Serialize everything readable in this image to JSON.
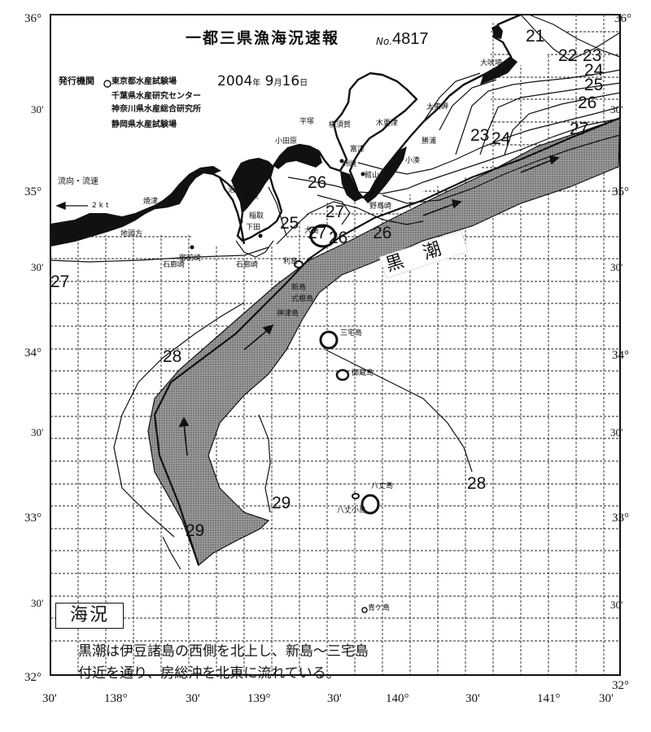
{
  "header": {
    "title": "一都三県漁海況速報",
    "issue_label": "No.",
    "issue_number": "4817",
    "date_year": "2004",
    "date_year_unit": "年",
    "date_month": "9",
    "date_month_unit": "月",
    "date_day": "16",
    "date_day_unit": "日",
    "publisher_label": "発行機関",
    "institutions": [
      "東京都水産試験場",
      "千葉県水産研究センター",
      "神奈川県水産総合研究所",
      "静岡県水産試験場"
    ]
  },
  "legend": {
    "flow_label": "流向・流速",
    "speed_label": "2kt"
  },
  "kuroshio_label": [
    "黒",
    "潮"
  ],
  "sea_condition": {
    "label": "海況",
    "summary_lines": [
      "黒潮は伊豆諸島の西側を北上し、新島～三宅島",
      "付近を通り、房総沖を北東に流れている。"
    ]
  },
  "axes": {
    "left_lat_labels": [
      "36°",
      "30'",
      "35°",
      "30'",
      "34°",
      "30'",
      "33°",
      "30'",
      "32°"
    ],
    "right_lat_labels": [
      "36°",
      "30'",
      "35°",
      "30'",
      "34°",
      "30'",
      "33°",
      "30'",
      "32°"
    ],
    "bottom_lon_labels": [
      "30'",
      "138°",
      "30'",
      "139°",
      "30'",
      "140°",
      "30'",
      "141°",
      "30'"
    ]
  },
  "isotherms": [
    "21",
    "22",
    "23",
    "24",
    "25",
    "26",
    "27",
    "23",
    "24",
    "26",
    "27",
    "25",
    "27",
    "26",
    "26",
    "27",
    "28",
    "28",
    "29",
    "29"
  ],
  "places": [
    "大吠埼",
    "平塚",
    "横須賀",
    "館山",
    "小田原",
    "熱海",
    "伊東",
    "稲取",
    "下田",
    "石廊崎",
    "御前崎",
    "地頭方",
    "焼津",
    "沼津",
    "利島",
    "新島",
    "式根島",
    "神津島",
    "三宅島",
    "御蔵島",
    "八丈島",
    "八丈小島",
    "青ケ島",
    "木更津",
    "勝浦",
    "小湊",
    "富津",
    "洲崎",
    "野島崎",
    "太東岬",
    "大島",
    "石廊崎"
  ],
  "colors": {
    "ink": "#111111",
    "kuroshio_fill": "#8a8a8a",
    "grid": "#222222",
    "paper": "#ffffff"
  }
}
